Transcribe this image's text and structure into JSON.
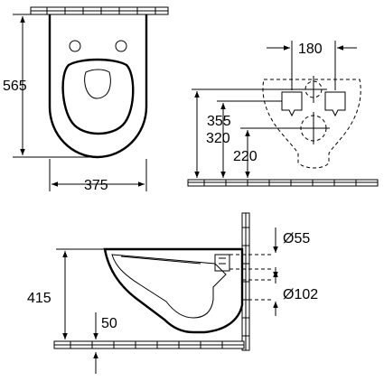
{
  "drawing": {
    "top_view": {
      "height_label": "565",
      "width_label": "375"
    },
    "rear_view": {
      "spacing_label": "180",
      "height_upper_label": "355",
      "height_mid_label": "320",
      "height_lower_label": "220"
    },
    "side_view": {
      "pipe_top_label": "Ø55",
      "pipe_bottom_label": "Ø102",
      "height_label": "415",
      "offset_label": "50"
    }
  }
}
